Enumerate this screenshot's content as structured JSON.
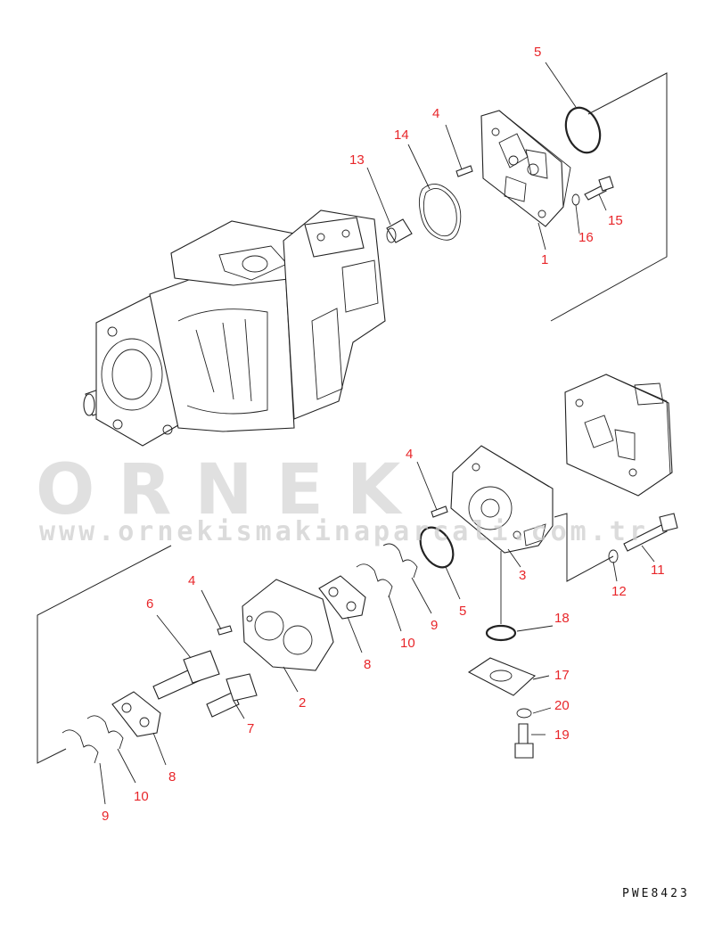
{
  "drawing": {
    "code": "PWE8423",
    "watermark_name": "ORNEK",
    "watermark_url": "www.ornekismakinaparcali.com.tr",
    "callout_color": "#e8262a",
    "watermark_color": "#d6d6d6"
  },
  "callouts": {
    "c5_top": "5",
    "c4_top": "4",
    "c14": "14",
    "c13": "13",
    "c15": "15",
    "c16": "16",
    "c1": "1",
    "c4_mid": "4",
    "c3": "3",
    "c11": "11",
    "c12": "12",
    "c5_mid": "5",
    "c18": "18",
    "c17": "17",
    "c20": "20",
    "c19": "19",
    "c4_low": "4",
    "c6": "6",
    "c9_mid": "9",
    "c10_mid": "10",
    "c8_mid": "8",
    "c2": "2",
    "c7": "7",
    "c8_low": "8",
    "c10_low": "10",
    "c9_low": "9"
  }
}
